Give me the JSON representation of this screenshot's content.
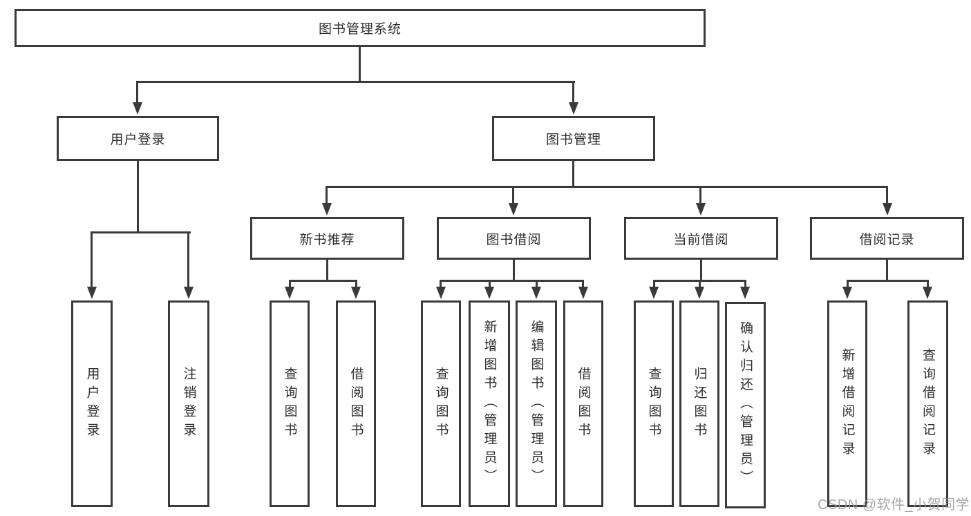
{
  "colors": {
    "line": "#3a3a3a",
    "box_background": "#ffffff",
    "text": "#2d2d2d",
    "watermark": "#9a9a9a"
  },
  "watermark": {
    "text": "CSDN @软件_小贺同学"
  },
  "tree": {
    "root": {
      "label": "图书管理系统"
    },
    "children": [
      {
        "label": "用户登录",
        "children": [
          {
            "label": "用户登录"
          },
          {
            "label": "注销登录"
          }
        ]
      },
      {
        "label": "图书管理",
        "children": [
          {
            "label": "新书推荐",
            "children": [
              {
                "label": "查询图书"
              },
              {
                "label": "借阅图书"
              }
            ]
          },
          {
            "label": "图书借阅",
            "children": [
              {
                "label": "查询图书"
              },
              {
                "label": "新增图书（管理员）"
              },
              {
                "label": "编辑图书（管理员）"
              },
              {
                "label": "借阅图书"
              }
            ]
          },
          {
            "label": "当前借阅",
            "children": [
              {
                "label": "查询图书"
              },
              {
                "label": "归还图书"
              },
              {
                "label": "确认归还（管理员）"
              }
            ]
          },
          {
            "label": "借阅记录",
            "children": [
              {
                "label": "新增借阅记录"
              },
              {
                "label": "查询借阅记录"
              }
            ]
          }
        ]
      }
    ]
  }
}
